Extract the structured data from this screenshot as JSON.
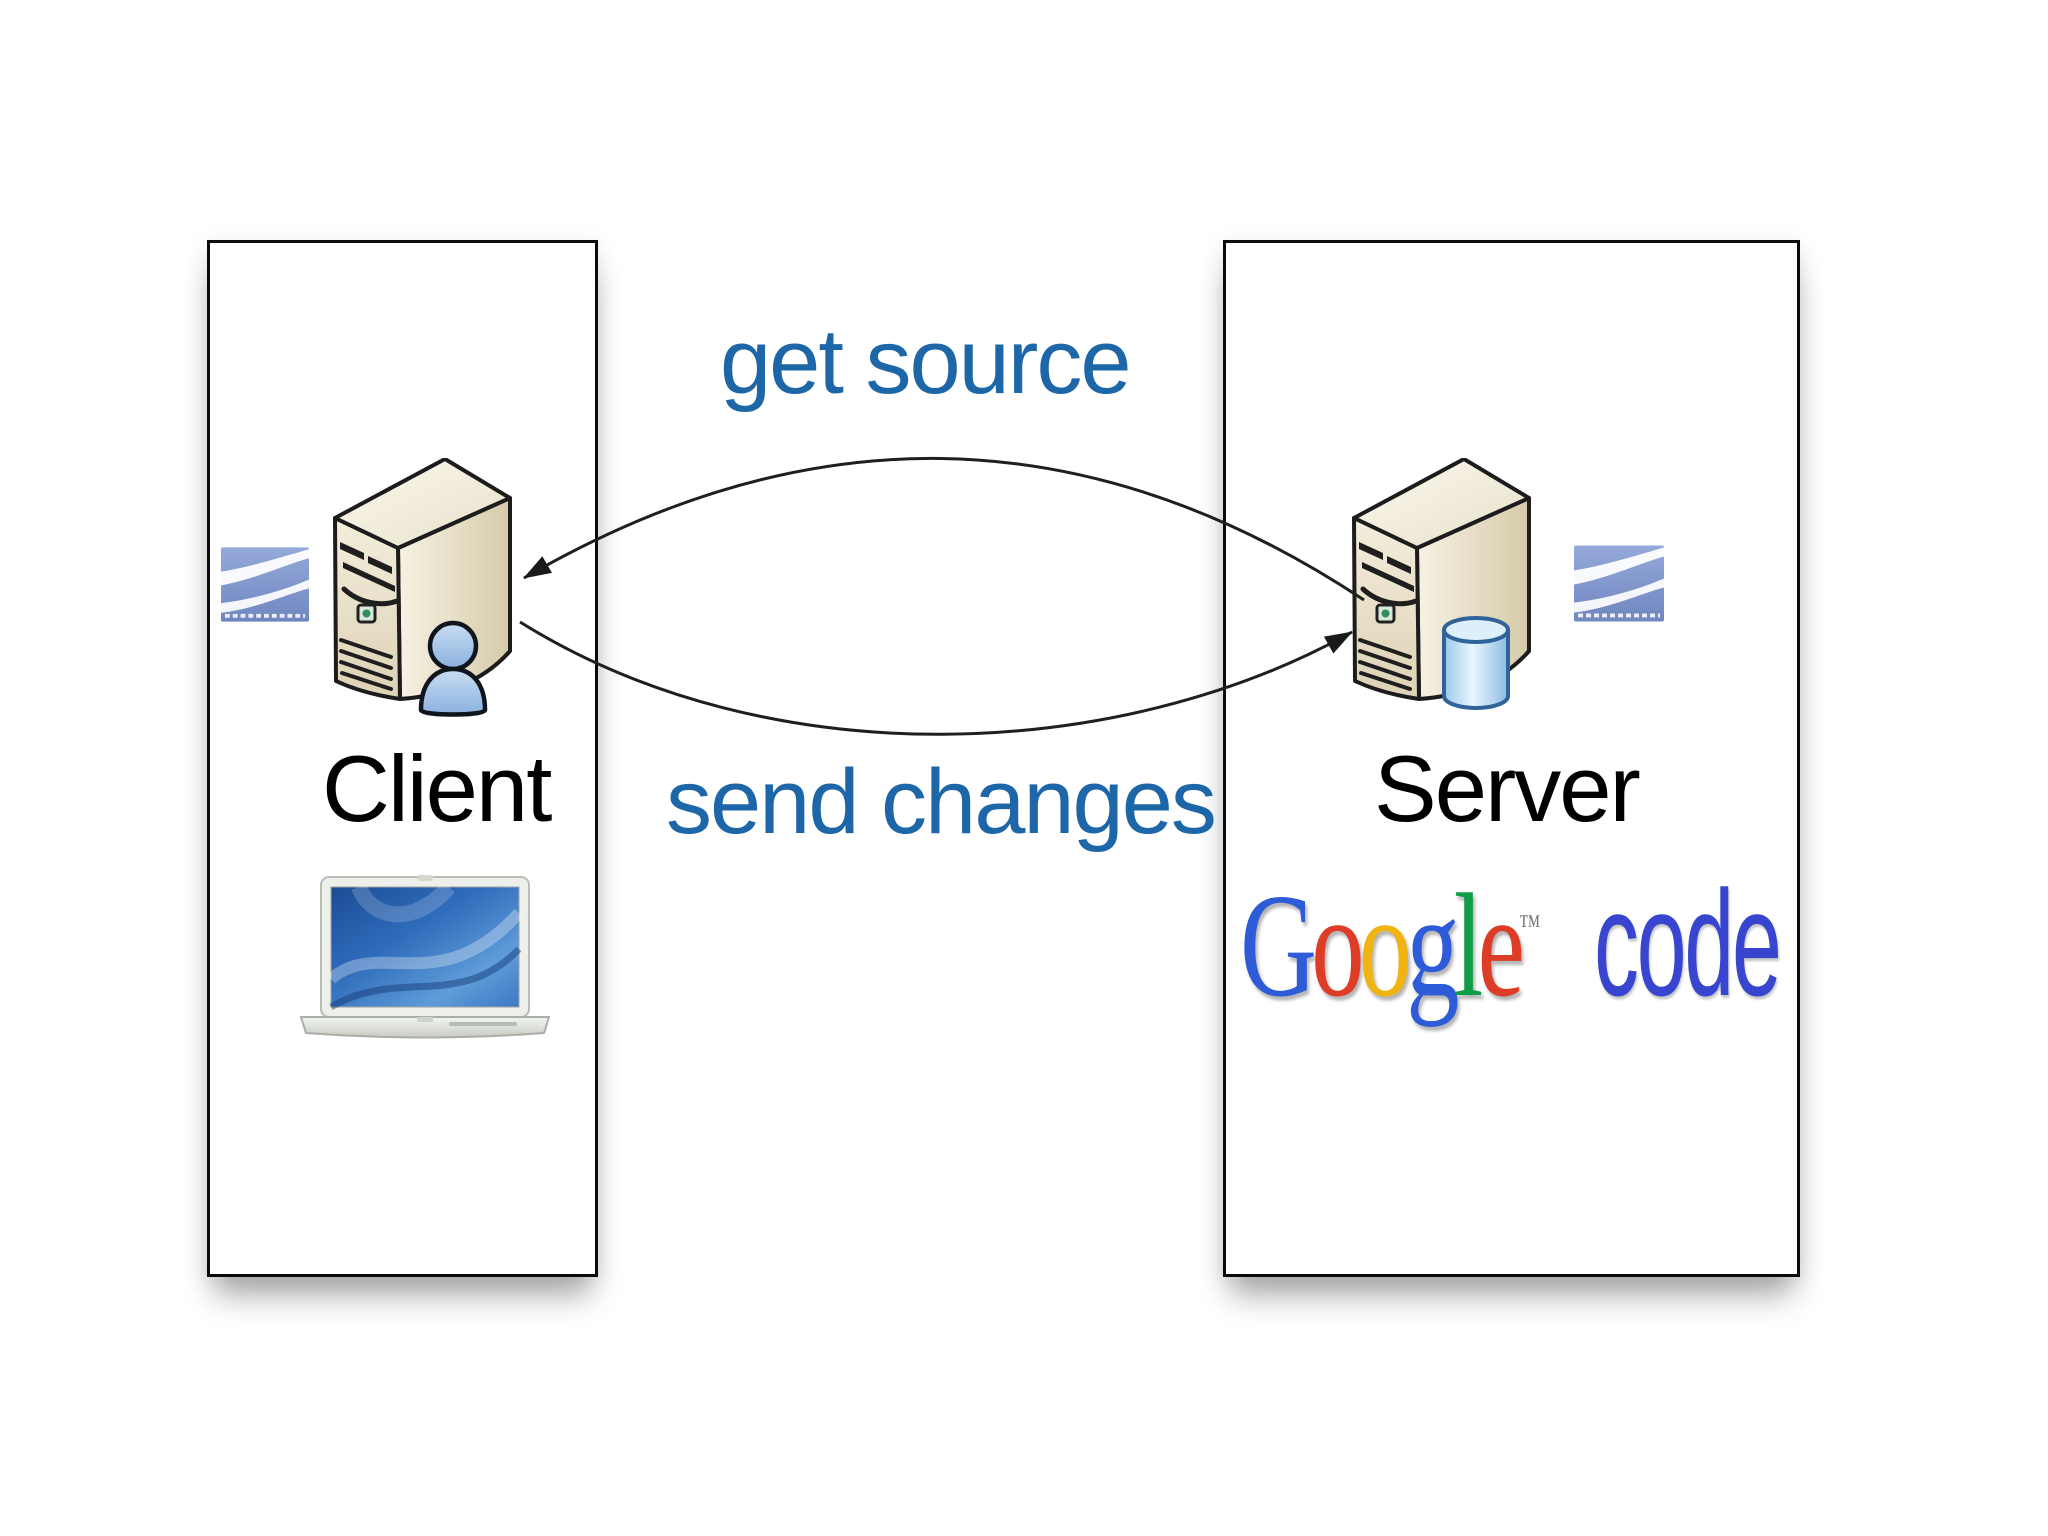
{
  "page": {
    "background": "#ffffff"
  },
  "client_panel": {
    "label": "Client",
    "icons": {
      "vcs_logo": "subversion-logo",
      "machine": "server-tower",
      "person": "user-figure",
      "computer": "laptop"
    }
  },
  "server_panel": {
    "label": "Server",
    "icons": {
      "vcs_logo": "subversion-logo",
      "machine": "server-tower",
      "storage": "database-cylinder"
    },
    "google_code": {
      "letters": [
        {
          "ch": "G",
          "color": "#2e5bd7"
        },
        {
          "ch": "o",
          "color": "#dd3c27"
        },
        {
          "ch": "o",
          "color": "#efb312"
        },
        {
          "ch": "g",
          "color": "#2e5bd7"
        },
        {
          "ch": "l",
          "color": "#0f9d46"
        },
        {
          "ch": "e",
          "color": "#dd3c27"
        }
      ],
      "trademark": "™",
      "product": "code",
      "product_color": "#3845cf"
    }
  },
  "arrows": {
    "get_source": {
      "label": "get source",
      "direction": "server-to-client"
    },
    "send_changes": {
      "label": "send changes",
      "direction": "client-to-server"
    },
    "label_color": "#1d66a8",
    "line_color": "#1f1f1f"
  },
  "palette": {
    "tower_face": "#efe8d3",
    "tower_side_dark": "#d9ceaf",
    "person_blue": "#9dbde6",
    "database_blue": "#a9d0ee",
    "svn_logo_blue": "#8098cc"
  }
}
